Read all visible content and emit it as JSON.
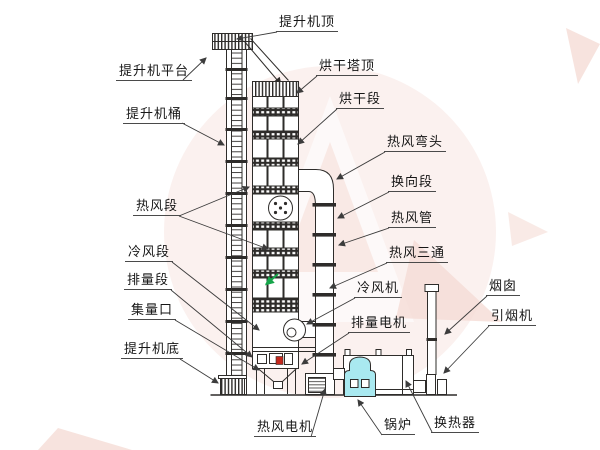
{
  "page": {
    "background": "#ffffff"
  },
  "diagram": {
    "labels": {
      "elevator_top": "提升机顶",
      "elevator_platform": "提升机平台",
      "elevator_barrel": "提升机桶",
      "tower_top": "烘干塔顶",
      "drying_section": "烘干段",
      "hot_air_elbow": "热风弯头",
      "reversing_section": "换向段",
      "hot_air_section": "热风段",
      "hot_air_pipe": "热风管",
      "hot_air_tee": "热风三通",
      "cold_air_section": "冷风段",
      "cold_air_fan": "冷风机",
      "discharge_section": "排量段",
      "discharge_motor": "排量电机",
      "collect_port": "集量口",
      "elevator_bottom": "提升机底",
      "chimney": "烟囱",
      "smoke_fan": "引烟机",
      "hot_air_motor": "热风电机",
      "boiler": "锅炉",
      "heat_exchanger": "换热器"
    },
    "colors": {
      "line": "#2e2c2a",
      "leader": "#3c3c3c",
      "boiler_fill": "#a9e9f0",
      "green_arrow": "#16a54a",
      "red_accent": "#c4271c",
      "watermark_circle": "#fbf1ef",
      "watermark_accent": "#f5dcd6"
    }
  }
}
